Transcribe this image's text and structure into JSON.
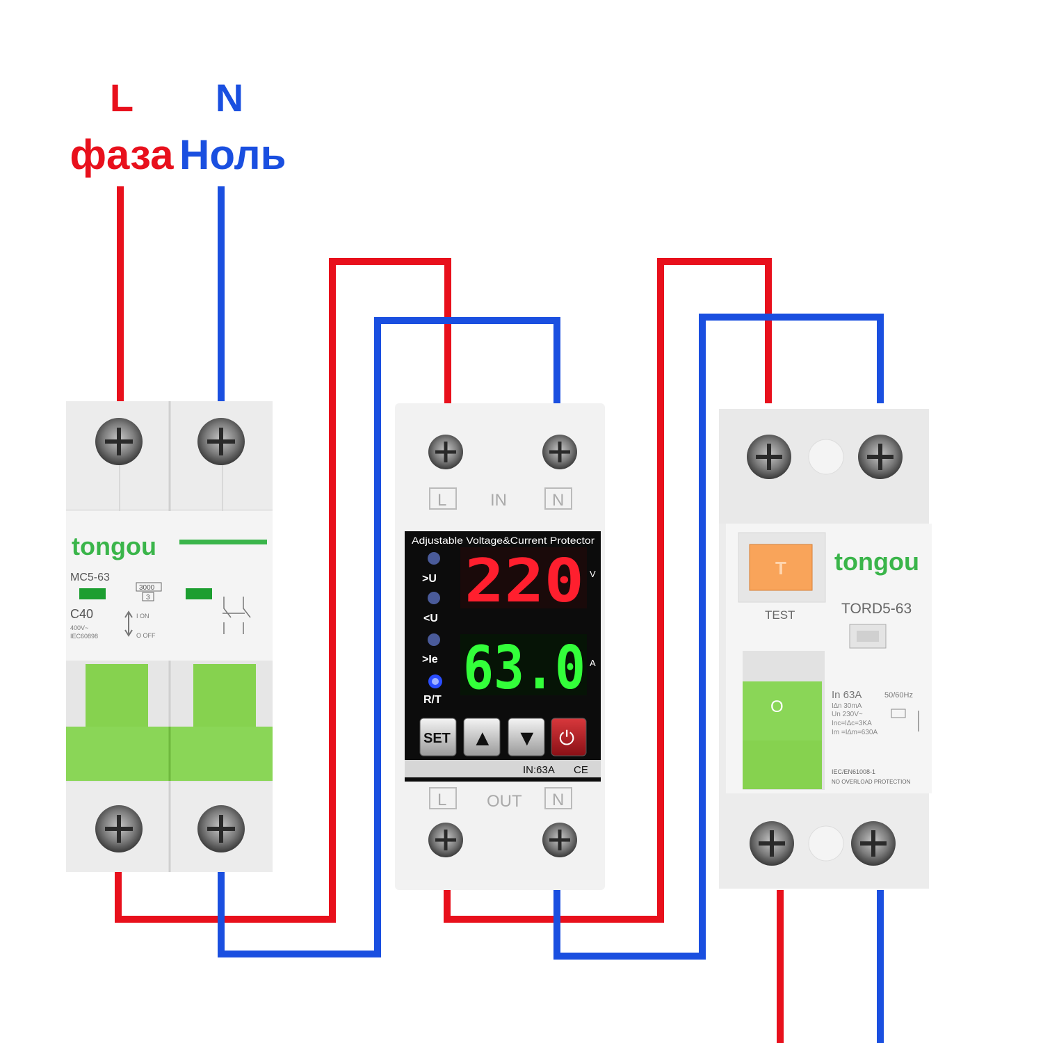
{
  "supply": {
    "phase_letter": "L",
    "phase_word": "фаза",
    "neutral_letter": "N",
    "neutral_word": "Ноль"
  },
  "colors": {
    "phase": "#e8101c",
    "neutral": "#1a4fe0",
    "brand_green": "#3ab54a",
    "lever_green": "#8ad657",
    "display_red": "#ff1f2e",
    "display_green": "#33ff3a"
  },
  "breaker": {
    "brand": "tongou",
    "model": "MC5-63",
    "rating": "C40",
    "voltage": "400V~",
    "standard": "IEC60898",
    "breaking_capacity": "3000",
    "class": "3",
    "on_label": "I ON",
    "off_label": "O OFF"
  },
  "protector": {
    "title": "Adjustable Voltage&Current Protector",
    "in_label": "IN",
    "out_label": "OUT",
    "terminal_l": "L",
    "terminal_n": "N",
    "ind_over_u": ">U",
    "ind_under_u": "<U",
    "ind_over_ie": ">Ie",
    "ind_rt": "R/T",
    "voltage_reading": "220",
    "voltage_unit": "V",
    "current_reading": "63.0",
    "current_unit": "A",
    "btn_set": "SET",
    "btn_up": "▲",
    "btn_down": "▼",
    "btn_power": "⏻",
    "rating": "IN:63A",
    "ce_mark": "CE"
  },
  "rcd": {
    "brand": "tongou",
    "model": "TORD5-63",
    "test_label": "TEST",
    "test_button": "T",
    "lever_mark": "O",
    "rating": "In 63A",
    "frequency": "50/60Hz",
    "spec_line1": "I∆n 30mA",
    "spec_line2": "Un 230V~",
    "spec_line3": "Inc=I∆c=3KA",
    "spec_line4": "Im =I∆m=630A",
    "standard": "IEC/EN61008-1",
    "note": "NO OVERLOAD PROTECTION"
  }
}
